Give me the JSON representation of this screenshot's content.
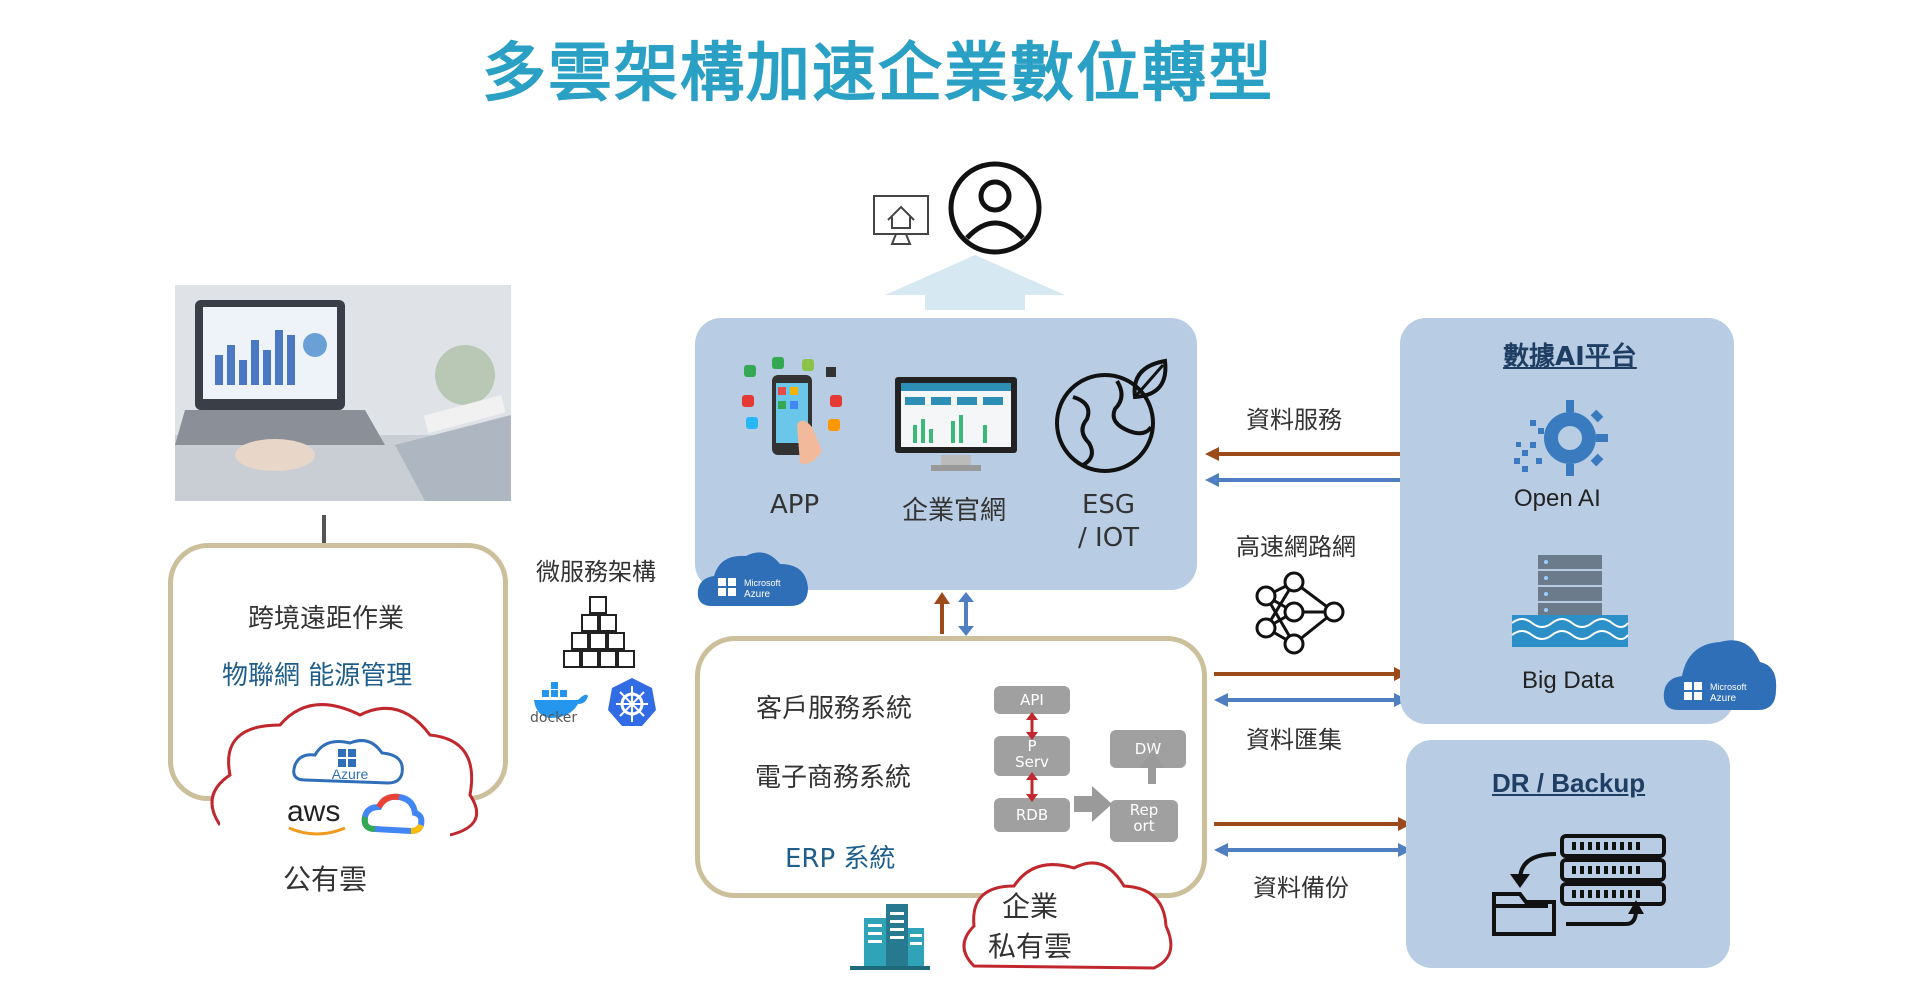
{
  "title": "多雲架構加速企業數位轉型",
  "left": {
    "remote_work": "跨境遠距作業",
    "iot_energy": "物聯網 能源管理",
    "public_cloud": "公有雲",
    "logos": {
      "azure": "Azure",
      "aws": "aws"
    }
  },
  "microservice": {
    "label": "微服務架構",
    "docker": "docker"
  },
  "front_panel": {
    "items": [
      "APP",
      "企業官網",
      "ESG",
      "/ IOT"
    ],
    "azure_badge": "Microsoft Azure"
  },
  "private_panel": {
    "systems": [
      "客戶服務系統",
      "電子商務系統",
      "ERP 系統"
    ],
    "chips": {
      "api": "API",
      "pserv": "P\nServ",
      "rdb": "RDB",
      "dw": "DW",
      "report": "Rep\nort"
    },
    "cloud_line1": "企業",
    "cloud_line2": "私有雲"
  },
  "connectors": {
    "data_service": "資料服務",
    "high_speed": "高速網路網",
    "data_collect": "資料匯集",
    "data_backup": "資料備份"
  },
  "ai_panel": {
    "title": "數據AI平台",
    "open_ai": "Open AI",
    "big_data": "Big Data",
    "azure_badge": "Microsoft Azure"
  },
  "dr_panel": {
    "title": "DR / Backup"
  },
  "colors": {
    "title": "#2aa0c4",
    "panel_blue": "#b8cde4",
    "arrow_brown": "#9c4a1a",
    "arrow_blue": "#4f7fc0",
    "cloud_red": "#c0282e",
    "beige_border": "#cbbf9c"
  }
}
